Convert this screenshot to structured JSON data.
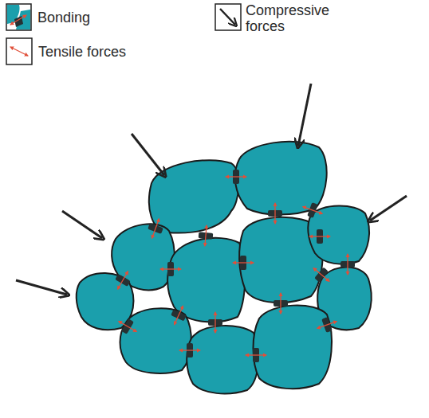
{
  "diagram": {
    "legend": [
      {
        "text": "Bonding"
      },
      {
        "text": "Compressive forces"
      },
      {
        "text": "Tensile forces"
      }
    ]
  }
}
